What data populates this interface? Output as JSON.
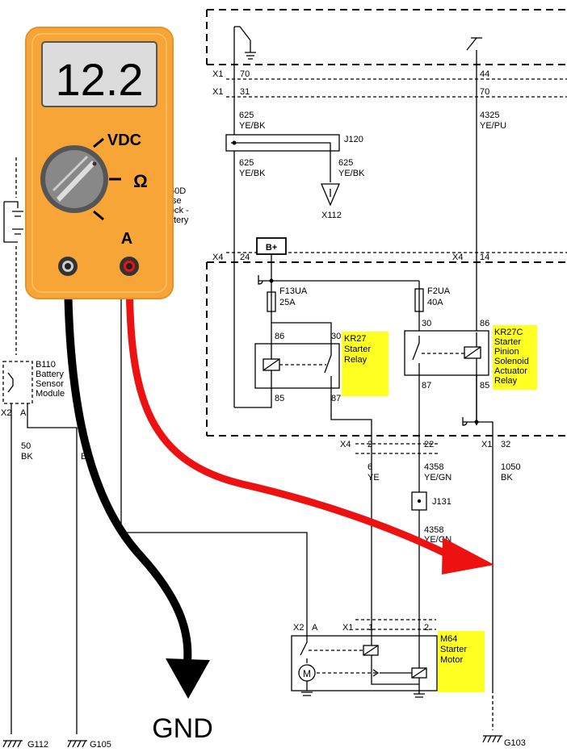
{
  "multimeter": {
    "display": "12.2",
    "label_vdc": "VDC",
    "label_ohm": "Ω",
    "label_amp": "A",
    "body_color": "#f7a536",
    "probe_black": "#000000",
    "probe_red": "#ee1111"
  },
  "ground_label": "GND",
  "connectors": {
    "x1_top_a": "X1",
    "x1_top_b": "X1",
    "pin70": "70",
    "pin31": "31",
    "pin44": "44",
    "pin70b": "70",
    "x4_left": "X4",
    "pin24": "24",
    "x4_right": "X4",
    "pin14": "14",
    "x4_bottom": "X4",
    "pin2": "2",
    "pin22": "22",
    "x1_bottom": "X1",
    "pin32": "32",
    "x2_b110": "X2",
    "pin_a_b110": "A",
    "x2_m64": "X2",
    "pin_a_m64": "A",
    "x1_m64": "X1",
    "pin1_m64": "1",
    "pin2_m64": "2"
  },
  "wires": {
    "w625_a": "625",
    "w625_a_color": "YE/BK",
    "w625_b": "625",
    "w625_b_color": "YE/BK",
    "w625_c": "625",
    "w625_c_color": "YE/BK",
    "w4325": "4325",
    "w4325_color": "YE/PU",
    "w50": "50",
    "w50_color": "BK",
    "w6": "6",
    "w6_color": "YE",
    "w4358_a": "4358",
    "w4358_a_color": "YE/GN",
    "w4358_b": "4358",
    "w4358_b_color": "YE/GN",
    "w1050": "1050",
    "w1050_color": "BK"
  },
  "components": {
    "j120": "J120",
    "x112": "X112",
    "bplus": "B+",
    "f13ua": "F13UA",
    "f13ua_rating": "25A",
    "f2ua": "F2UA",
    "f2ua_rating": "40A",
    "kr27_pins": [
      "86",
      "30",
      "85",
      "87"
    ],
    "kr27c_pins": [
      "30",
      "86",
      "87",
      "85"
    ],
    "kr27_label": [
      "KR27",
      "Starter",
      "Relay"
    ],
    "kr27c_label": [
      "KR27C",
      "Starter",
      "Pinion",
      "Solenoid",
      "Actuator",
      "Relay"
    ],
    "j131": "J131",
    "b110_label": [
      "B110",
      "Battery",
      "Sensor",
      "Module"
    ],
    "m64_label": [
      "M64",
      "Starter",
      "Motor"
    ],
    "motor_symbol": "M",
    "partial_fuse_block": [
      "50D",
      "se",
      "ock -",
      "ttery"
    ],
    "partial_wire_b": "B"
  },
  "grounds": {
    "g112": "G112",
    "g105": "G105",
    "g103": "G103"
  },
  "highlight_color": "#ffff22"
}
